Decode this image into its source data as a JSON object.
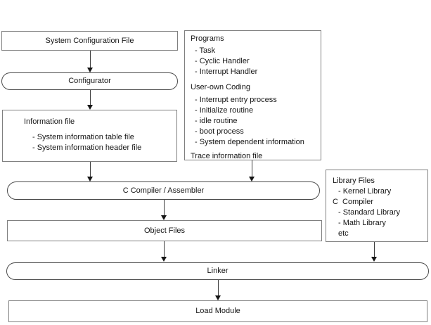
{
  "diagram": {
    "system_config": {
      "label": "System Configuration File"
    },
    "configurator": {
      "label": "Configurator"
    },
    "information_file": {
      "title": "Information file",
      "items": [
        "- System information table file",
        "- System information header file"
      ]
    },
    "programs": {
      "title": "Programs",
      "program_items": [
        "- Task",
        "- Cyclic Handler",
        "- Interrupt Handler"
      ],
      "user_coding_title": "User-own Coding",
      "user_coding_items": [
        "- Interrupt entry process",
        "- Initialize routine",
        "- idle routine",
        "- boot process",
        "- System dependent information"
      ],
      "trace_title": "Trace information file"
    },
    "compiler": {
      "label": "C Compiler / Assembler"
    },
    "library_files": {
      "title": "Library Files",
      "lines": [
        {
          "text": "- Kernel Library"
        },
        {
          "text": "C  Compiler"
        },
        {
          "text": "- Standard Library"
        },
        {
          "text": "- Math Library"
        },
        {
          "text": "etc"
        }
      ]
    },
    "object_files": {
      "label": "Object Files"
    },
    "linker": {
      "label": "Linker"
    },
    "load_module": {
      "label": "Load Module"
    }
  },
  "colors": {
    "background": "#ffffff",
    "rect_border": "#7f7f7f",
    "stadium_border": "#4a4a4a",
    "text": "#151515",
    "arrow": "#151515"
  }
}
